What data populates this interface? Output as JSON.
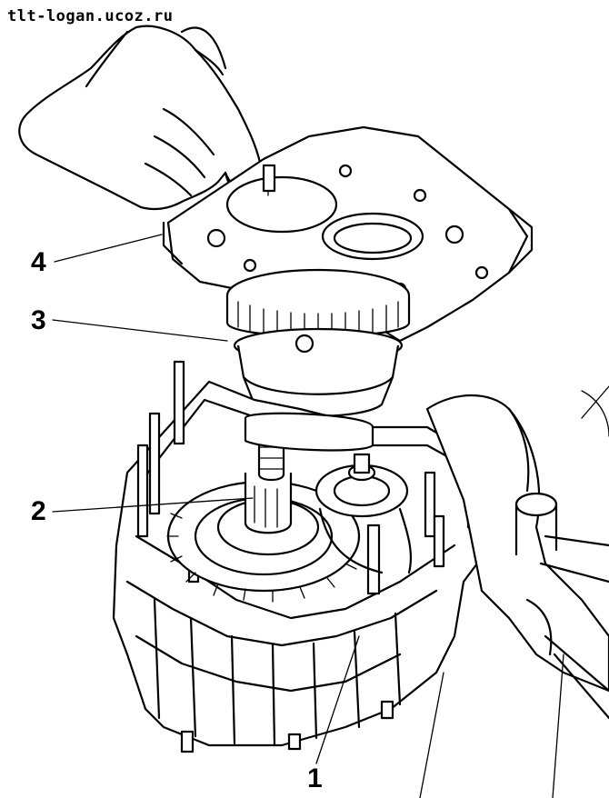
{
  "watermark": "tlt-logan.ucoz.ru",
  "callouts": [
    {
      "id": "callout-1",
      "label": "1"
    },
    {
      "id": "callout-2",
      "label": "2"
    },
    {
      "id": "callout-3",
      "label": "3"
    },
    {
      "id": "callout-4",
      "label": "4"
    }
  ],
  "colors": {
    "ink": "#000000",
    "paper": "#ffffff"
  }
}
